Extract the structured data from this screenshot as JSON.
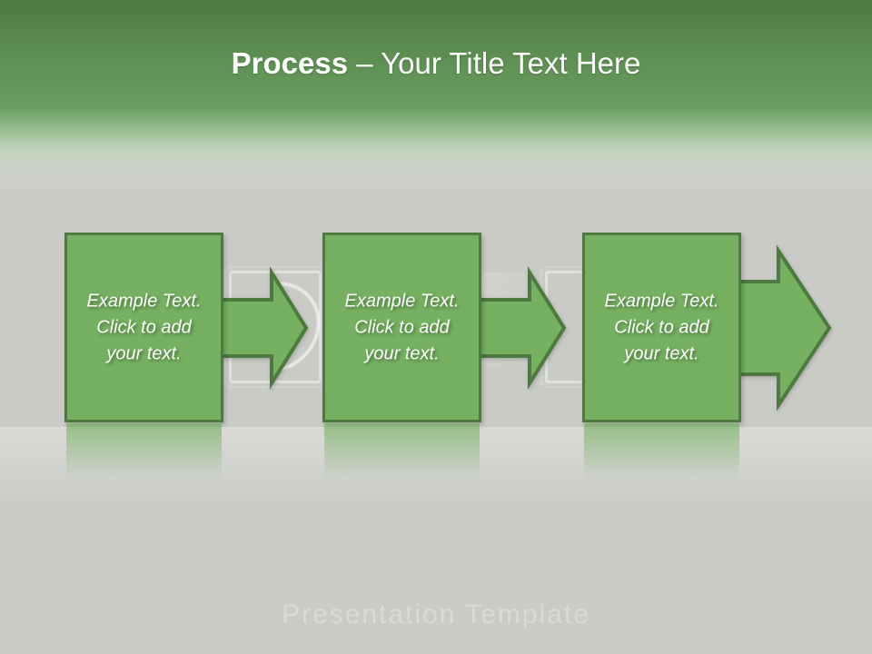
{
  "slide": {
    "title": {
      "bold_part": "Process",
      "rest_part": " – Your Title Text Here",
      "full": "Process – Your Title Text Here"
    },
    "watermark_text": "Presentation Template",
    "colors": {
      "header_top": "#4b7a43",
      "header_bottom": "#6ba163",
      "background": "#c9cbc6",
      "box_fill": "#75b160",
      "box_border": "#4e7a3f",
      "arrow_fill": "#75b160",
      "arrow_border": "#4e7a3f",
      "text": "#ffffff"
    },
    "steps": [
      {
        "id": "step-1",
        "lines": [
          "Example Text.",
          "Click  to add",
          "your text."
        ],
        "text": "Example Text. Click  to add your text."
      },
      {
        "id": "step-2",
        "lines": [
          "Example Text.",
          "Click  to add",
          "your text."
        ],
        "text": "Example Text. Click  to add your text."
      },
      {
        "id": "step-3",
        "lines": [
          "Example Text.",
          "Click  to add",
          "your text."
        ],
        "text": "Example Text. Click  to add your text."
      }
    ]
  }
}
